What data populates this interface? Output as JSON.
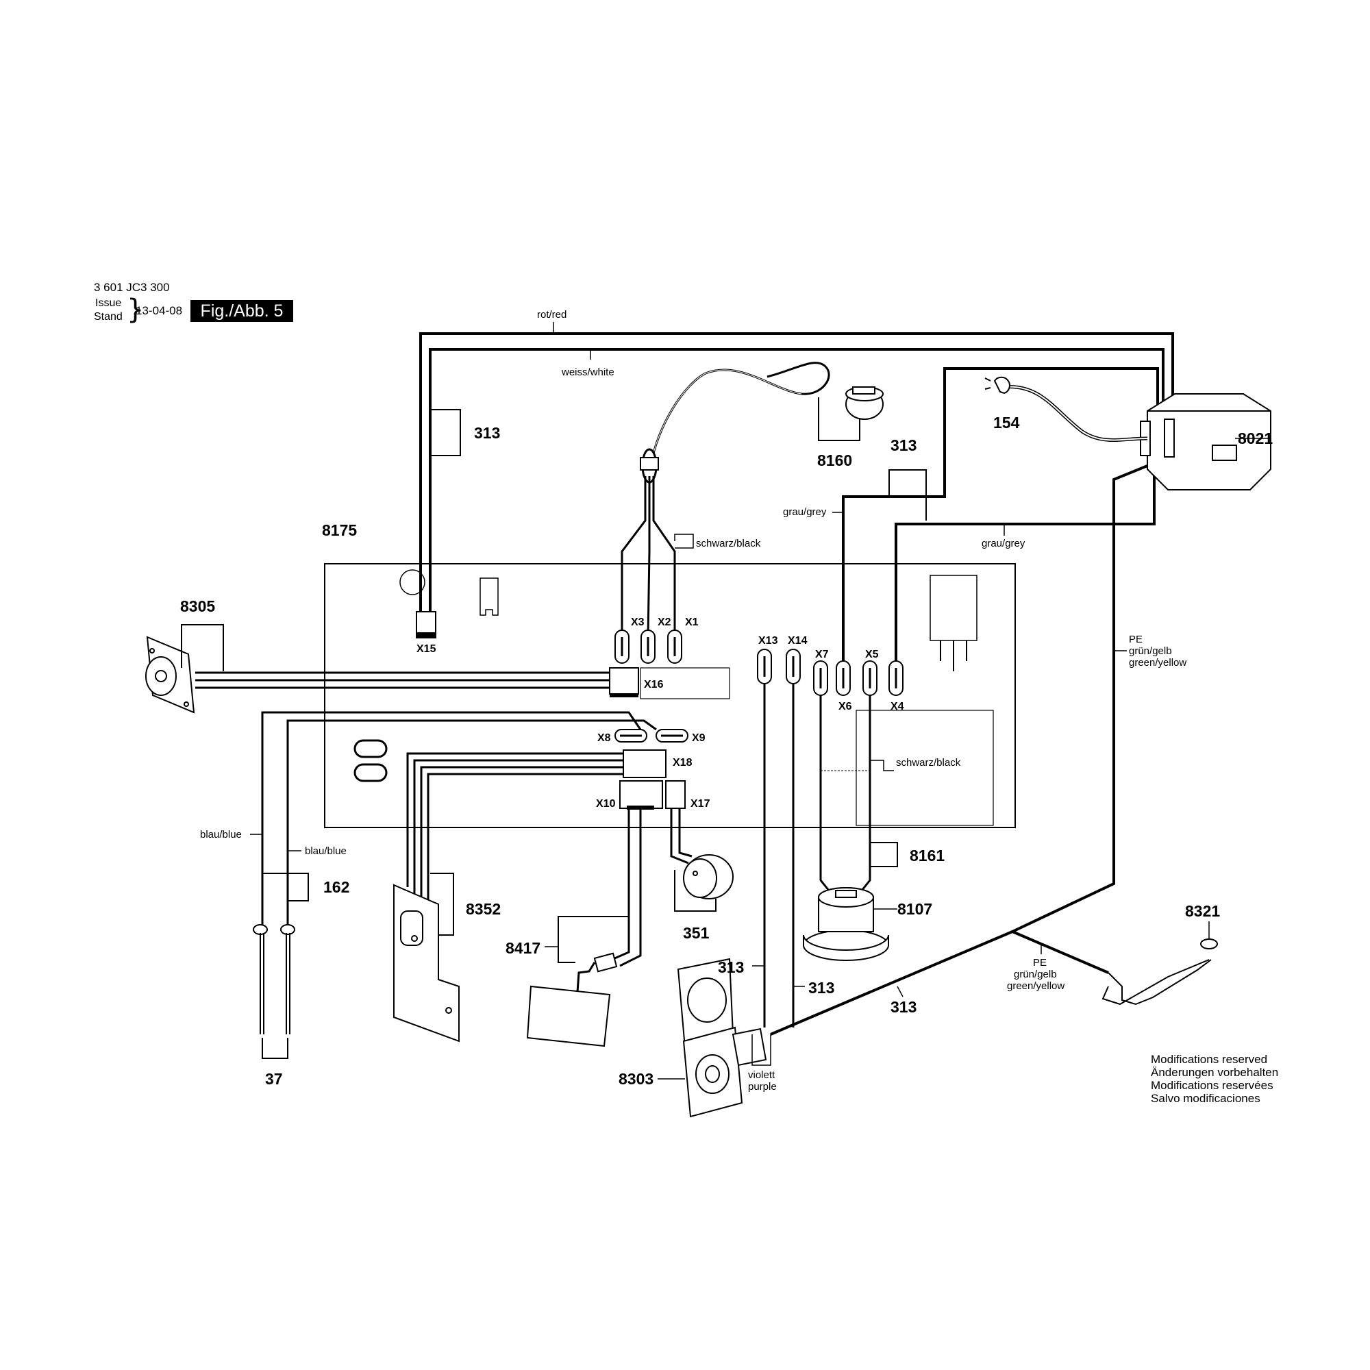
{
  "header": {
    "doc_number": "3 601 JC3 300",
    "issue_label": "Issue",
    "stand_label": "Stand",
    "date": "13-04-08",
    "figure_label": "Fig./Abb. 5"
  },
  "part_numbers": {
    "p313_top": "313",
    "p8160": "8160",
    "p313_mid": "313",
    "p154": "154",
    "p8021": "8021",
    "p8175": "8175",
    "p8305": "8305",
    "p162": "162",
    "p37": "37",
    "p8352": "8352",
    "p8417": "8417",
    "p351": "351",
    "p8161": "8161",
    "p8107": "8107",
    "p8321": "8321",
    "p313_a": "313",
    "p313_b": "313",
    "p313_c": "313",
    "p8303": "8303"
  },
  "connectors": {
    "x1": "X1",
    "x2": "X2",
    "x3": "X3",
    "x4": "X4",
    "x5": "X5",
    "x6": "X6",
    "x7": "X7",
    "x8": "X8",
    "x9": "X9",
    "x10": "X10",
    "x13": "X13",
    "x14": "X14",
    "x15": "X15",
    "x16": "X16",
    "x17": "X17",
    "x18": "X18"
  },
  "wire_labels": {
    "red": "rot/red",
    "white": "weiss/white",
    "black_top": "schwarz/black",
    "grey_left": "grau/grey",
    "grey_right": "grau/grey",
    "pe1": "PE",
    "pe1_de": "grün/gelb",
    "pe1_en": "green/yellow",
    "black_mid": "schwarz/black",
    "blue1": "blau/blue",
    "blue2": "blau/blue",
    "pe2": "PE",
    "pe2_de": "grün/gelb",
    "pe2_en": "green/yellow",
    "violet_de": "violett",
    "violet_en": "purple"
  },
  "notes": [
    "Modifications reserved",
    "Änderungen vorbehalten",
    "Modifications reservées",
    "Salvo modificaciones"
  ]
}
